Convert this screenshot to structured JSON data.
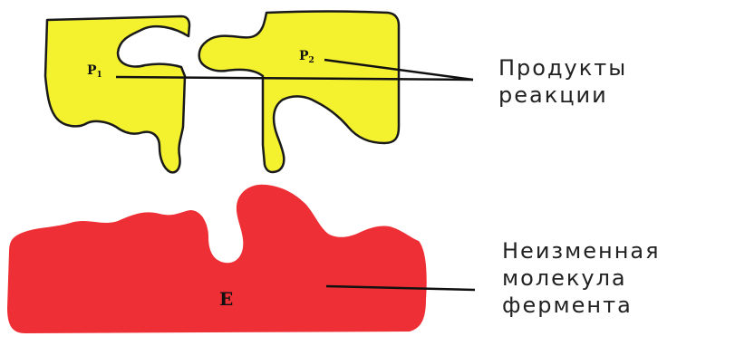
{
  "labels": {
    "product1": "P",
    "product1_sub": "1",
    "product2": "P",
    "product2_sub": "2",
    "enzyme": "E"
  },
  "captions": {
    "products_line1": "Продукты",
    "products_line2": "реакции",
    "enzyme_line1": "Неизменная",
    "enzyme_line2": "молекула",
    "enzyme_line3": "фермента"
  },
  "colors": {
    "product_fill": "#f4f12e",
    "product_outline": "#1a1a1a",
    "enzyme_fill": "#ee2f35",
    "leader_line": "#111111"
  }
}
